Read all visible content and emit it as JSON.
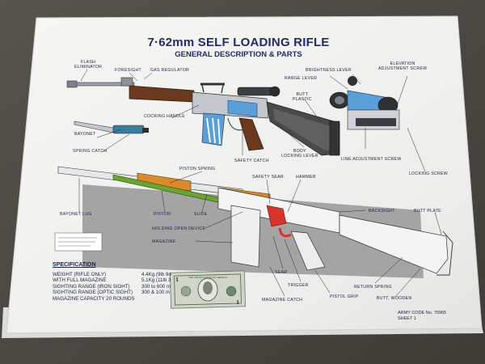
{
  "poster": {
    "title": "7·62mm SELF LOADING RIFLE",
    "subtitle": "GENERAL DESCRIPTION & PARTS"
  },
  "labels": {
    "flash_eliminator": [
      "FLASH",
      "ELIMINATOR"
    ],
    "foresight": "FORESIGHT",
    "gas_regulator": "GAS REGULATOR",
    "bayonet": "BAYONET",
    "spring_catch": "SPRING CATCH",
    "cocking_handle": "COCKING HANDLE",
    "safety_catch": "SAFETY CATCH",
    "body_locking_lever": [
      "BODY",
      "LOCKING LEVER"
    ],
    "butt_plastic": [
      "BUTT",
      "PLASTIC"
    ],
    "brightness_lever": "BRIGHTNESS LEVER",
    "range_lever": "RANGE LEVER",
    "elevation_adjustment_screw": [
      "ELEVATION",
      "ADJUSTMENT SCREW"
    ],
    "line_adjustment_screw": "LINE ADJUSTMENT SCREW",
    "locking_screw": "LOCKING SCREW",
    "piston_spring": "PISTON SPRING",
    "safety_sear": "SAFETY SEAR",
    "hammer": "HAMMER",
    "backsight": "BACKSIGHT",
    "butt_plate": "BUTT PLATE",
    "bayonet_lug": "BAYONET LUG",
    "piston": "PISTON",
    "slide": "SLIDE",
    "holding_open_device": "HOLDING OPEN DEVICE",
    "magazine": "MAGAZINE",
    "sear": "SEAR",
    "trigger": "TRIGGER",
    "return_spring": "RETURN SPRING",
    "butt_wooden": "BUTT, WOODEN",
    "magazine_catch": "MAGAZINE CATCH",
    "pistol_grip": "PISTOL GRIP"
  },
  "specification": {
    "heading": "SPECIFICATION",
    "rows": [
      {
        "key": "WEIGHT (RIFLE ONLY)",
        "value": "4.4Kg (9lb 9o"
      },
      {
        "key": "WITH FULL MAGAZINE",
        "value": "5.1Kg (11lb 3"
      },
      {
        "key": "SIGHTING RANGE (IRON SIGHT)",
        "value": "300 to 600 m"
      },
      {
        "key": "SIGHTING RANGE (OPTIC SIGHT)",
        "value": "300 & 100 m"
      },
      {
        "key": "MAGAZINE CAPACITY 20 ROUNDS",
        "value": ""
      }
    ]
  },
  "footer": {
    "army_code": "ARMY CODE   No. 70965",
    "sheet": "SHEET 1"
  },
  "banknote": {
    "denomination": "1",
    "text": "THE UNITED STATES OF AMERICA"
  },
  "colors": {
    "background": "#4d4a45",
    "paper": "#f3f3f1",
    "ink": "#1c2340",
    "title_blue": "#222c6a",
    "wood": "#6b3a1e",
    "highlight_blue": "#5aa0d8",
    "highlight_green": "#6aa531",
    "highlight_orange": "#d98a2b",
    "highlight_red": "#d9342b",
    "gray_panel": "#a4a4a4"
  }
}
